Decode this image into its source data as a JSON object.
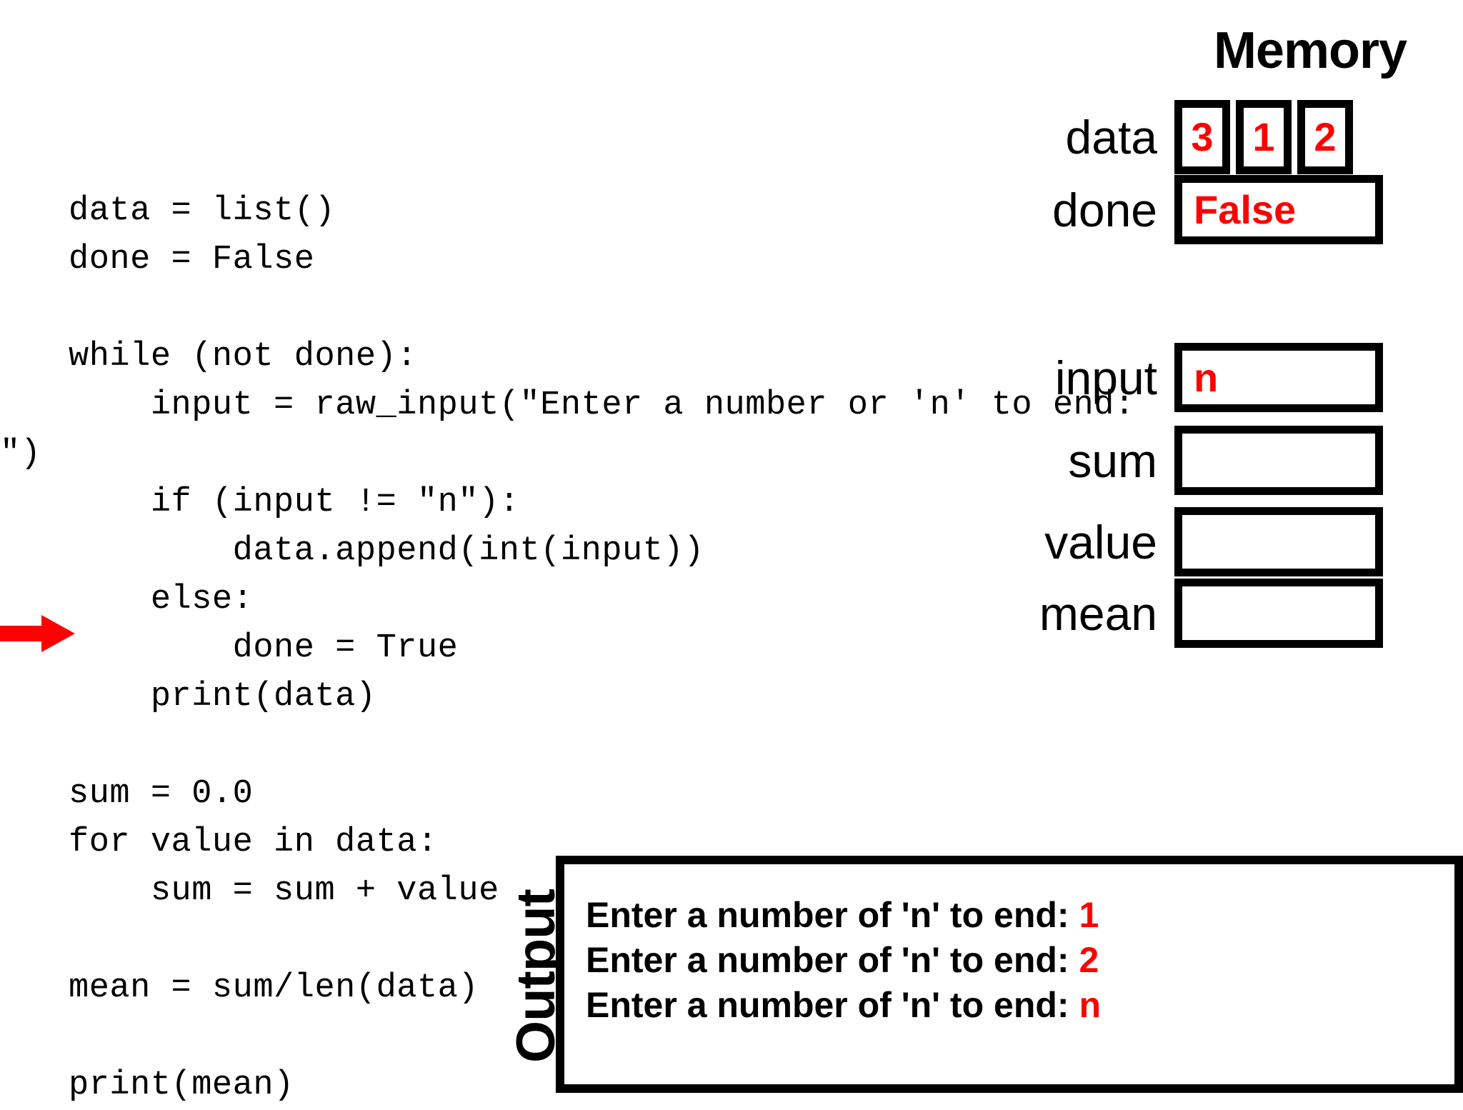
{
  "code": {
    "lines": [
      "data = list()",
      "done = False",
      "",
      "while (not done):",
      "    input = raw_input(\"Enter a number or 'n' to end:",
      "\")",
      "    if (input != \"n\"):",
      "        data.append(int(input))",
      "    else:",
      "        done = True",
      "    print(data)",
      "",
      "sum = 0.0",
      "for value in data:",
      "    sum = sum + value",
      "",
      "mean = sum/len(data)",
      "",
      "print(mean)"
    ]
  },
  "pointer": {
    "icon": "red-right-arrow",
    "points_at_line": "        done = True",
    "color": "#ff0000"
  },
  "memory": {
    "title": "Memory",
    "variables": [
      {
        "name": "data",
        "kind": "list",
        "cells": [
          "3",
          "1",
          "2"
        ]
      },
      {
        "name": "done",
        "kind": "scalar",
        "value": "False"
      },
      {
        "name": "input",
        "kind": "scalar",
        "value": "n"
      },
      {
        "name": "sum",
        "kind": "scalar",
        "value": ""
      },
      {
        "name": "value",
        "kind": "scalar",
        "value": ""
      },
      {
        "name": "mean",
        "kind": "scalar",
        "value": ""
      }
    ]
  },
  "output": {
    "label": "Output",
    "lines": [
      {
        "prompt": "Enter a number of 'n' to end: ",
        "value": "1"
      },
      {
        "prompt": "Enter a number of 'n' to end: ",
        "value": "2"
      },
      {
        "prompt": "Enter a number of 'n' to end: ",
        "value": "n"
      }
    ]
  },
  "colors": {
    "value_red": "#ff0000",
    "ink_black": "#000000",
    "page_background": "#ffffff"
  }
}
